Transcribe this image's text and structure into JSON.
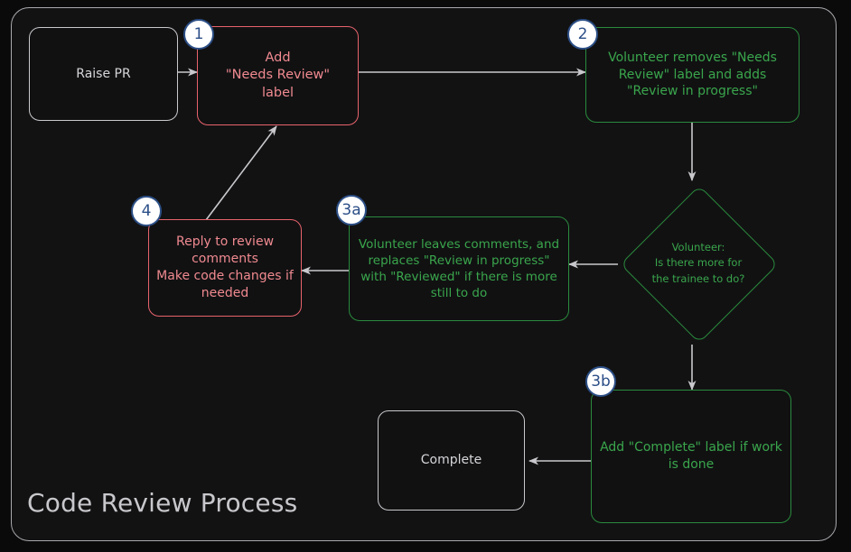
{
  "diagram": {
    "title": "Code Review Process",
    "type": "flowchart",
    "colors": {
      "background": "#0a0a0b",
      "panel": "#121213",
      "frame_border": "#a9a9ad",
      "plain_border": "#c9c9cd",
      "plain_text": "#d6d6da",
      "red_border": "#e8636c",
      "red_text": "#f08a90",
      "green_border": "#2a8a3c",
      "green_text": "#3aa64c",
      "badge_fill": "#ffffff",
      "badge_border": "#2c4f86",
      "badge_text": "#2b4e87",
      "arrow": "#c9c9cd"
    },
    "nodes": [
      {
        "id": "raise-pr",
        "badge": "",
        "style": "plain",
        "shape": "rounded-rect",
        "text": "Raise PR"
      },
      {
        "id": "add-label",
        "badge": "1",
        "style": "red",
        "shape": "rounded-rect",
        "text": "Add\n\"Needs Review\"\nlabel"
      },
      {
        "id": "volunteer-relabel",
        "badge": "2",
        "style": "green",
        "shape": "rounded-rect",
        "text": "Volunteer removes \"Needs Review\" label and adds \"Review in progress\""
      },
      {
        "id": "decision",
        "badge": "",
        "style": "green",
        "shape": "diamond",
        "text": "Volunteer:\nIs there more for\nthe trainee to do?"
      },
      {
        "id": "leaves-comments",
        "badge": "3a",
        "style": "green",
        "shape": "rounded-rect",
        "text": "Volunteer leaves comments, and replaces \"Review in progress\" with \"Reviewed\" if there is more still to do"
      },
      {
        "id": "reply-comments",
        "badge": "4",
        "style": "red",
        "shape": "rounded-rect",
        "text": "Reply to review comments\nMake code changes if needed"
      },
      {
        "id": "complete-label",
        "badge": "3b",
        "style": "green",
        "shape": "rounded-rect",
        "text": "Add \"Complete\" label if work is done"
      },
      {
        "id": "complete",
        "badge": "",
        "style": "plain",
        "shape": "rounded-rect",
        "text": "Complete"
      }
    ],
    "edges": [
      {
        "from": "raise-pr",
        "to": "add-label",
        "label": ""
      },
      {
        "from": "add-label",
        "to": "volunteer-relabel",
        "label": ""
      },
      {
        "from": "volunteer-relabel",
        "to": "decision",
        "label": ""
      },
      {
        "from": "decision",
        "to": "leaves-comments",
        "label": ""
      },
      {
        "from": "leaves-comments",
        "to": "reply-comments",
        "label": ""
      },
      {
        "from": "reply-comments",
        "to": "add-label",
        "label": ""
      },
      {
        "from": "decision",
        "to": "complete-label",
        "label": ""
      },
      {
        "from": "complete-label",
        "to": "complete",
        "label": ""
      }
    ]
  }
}
